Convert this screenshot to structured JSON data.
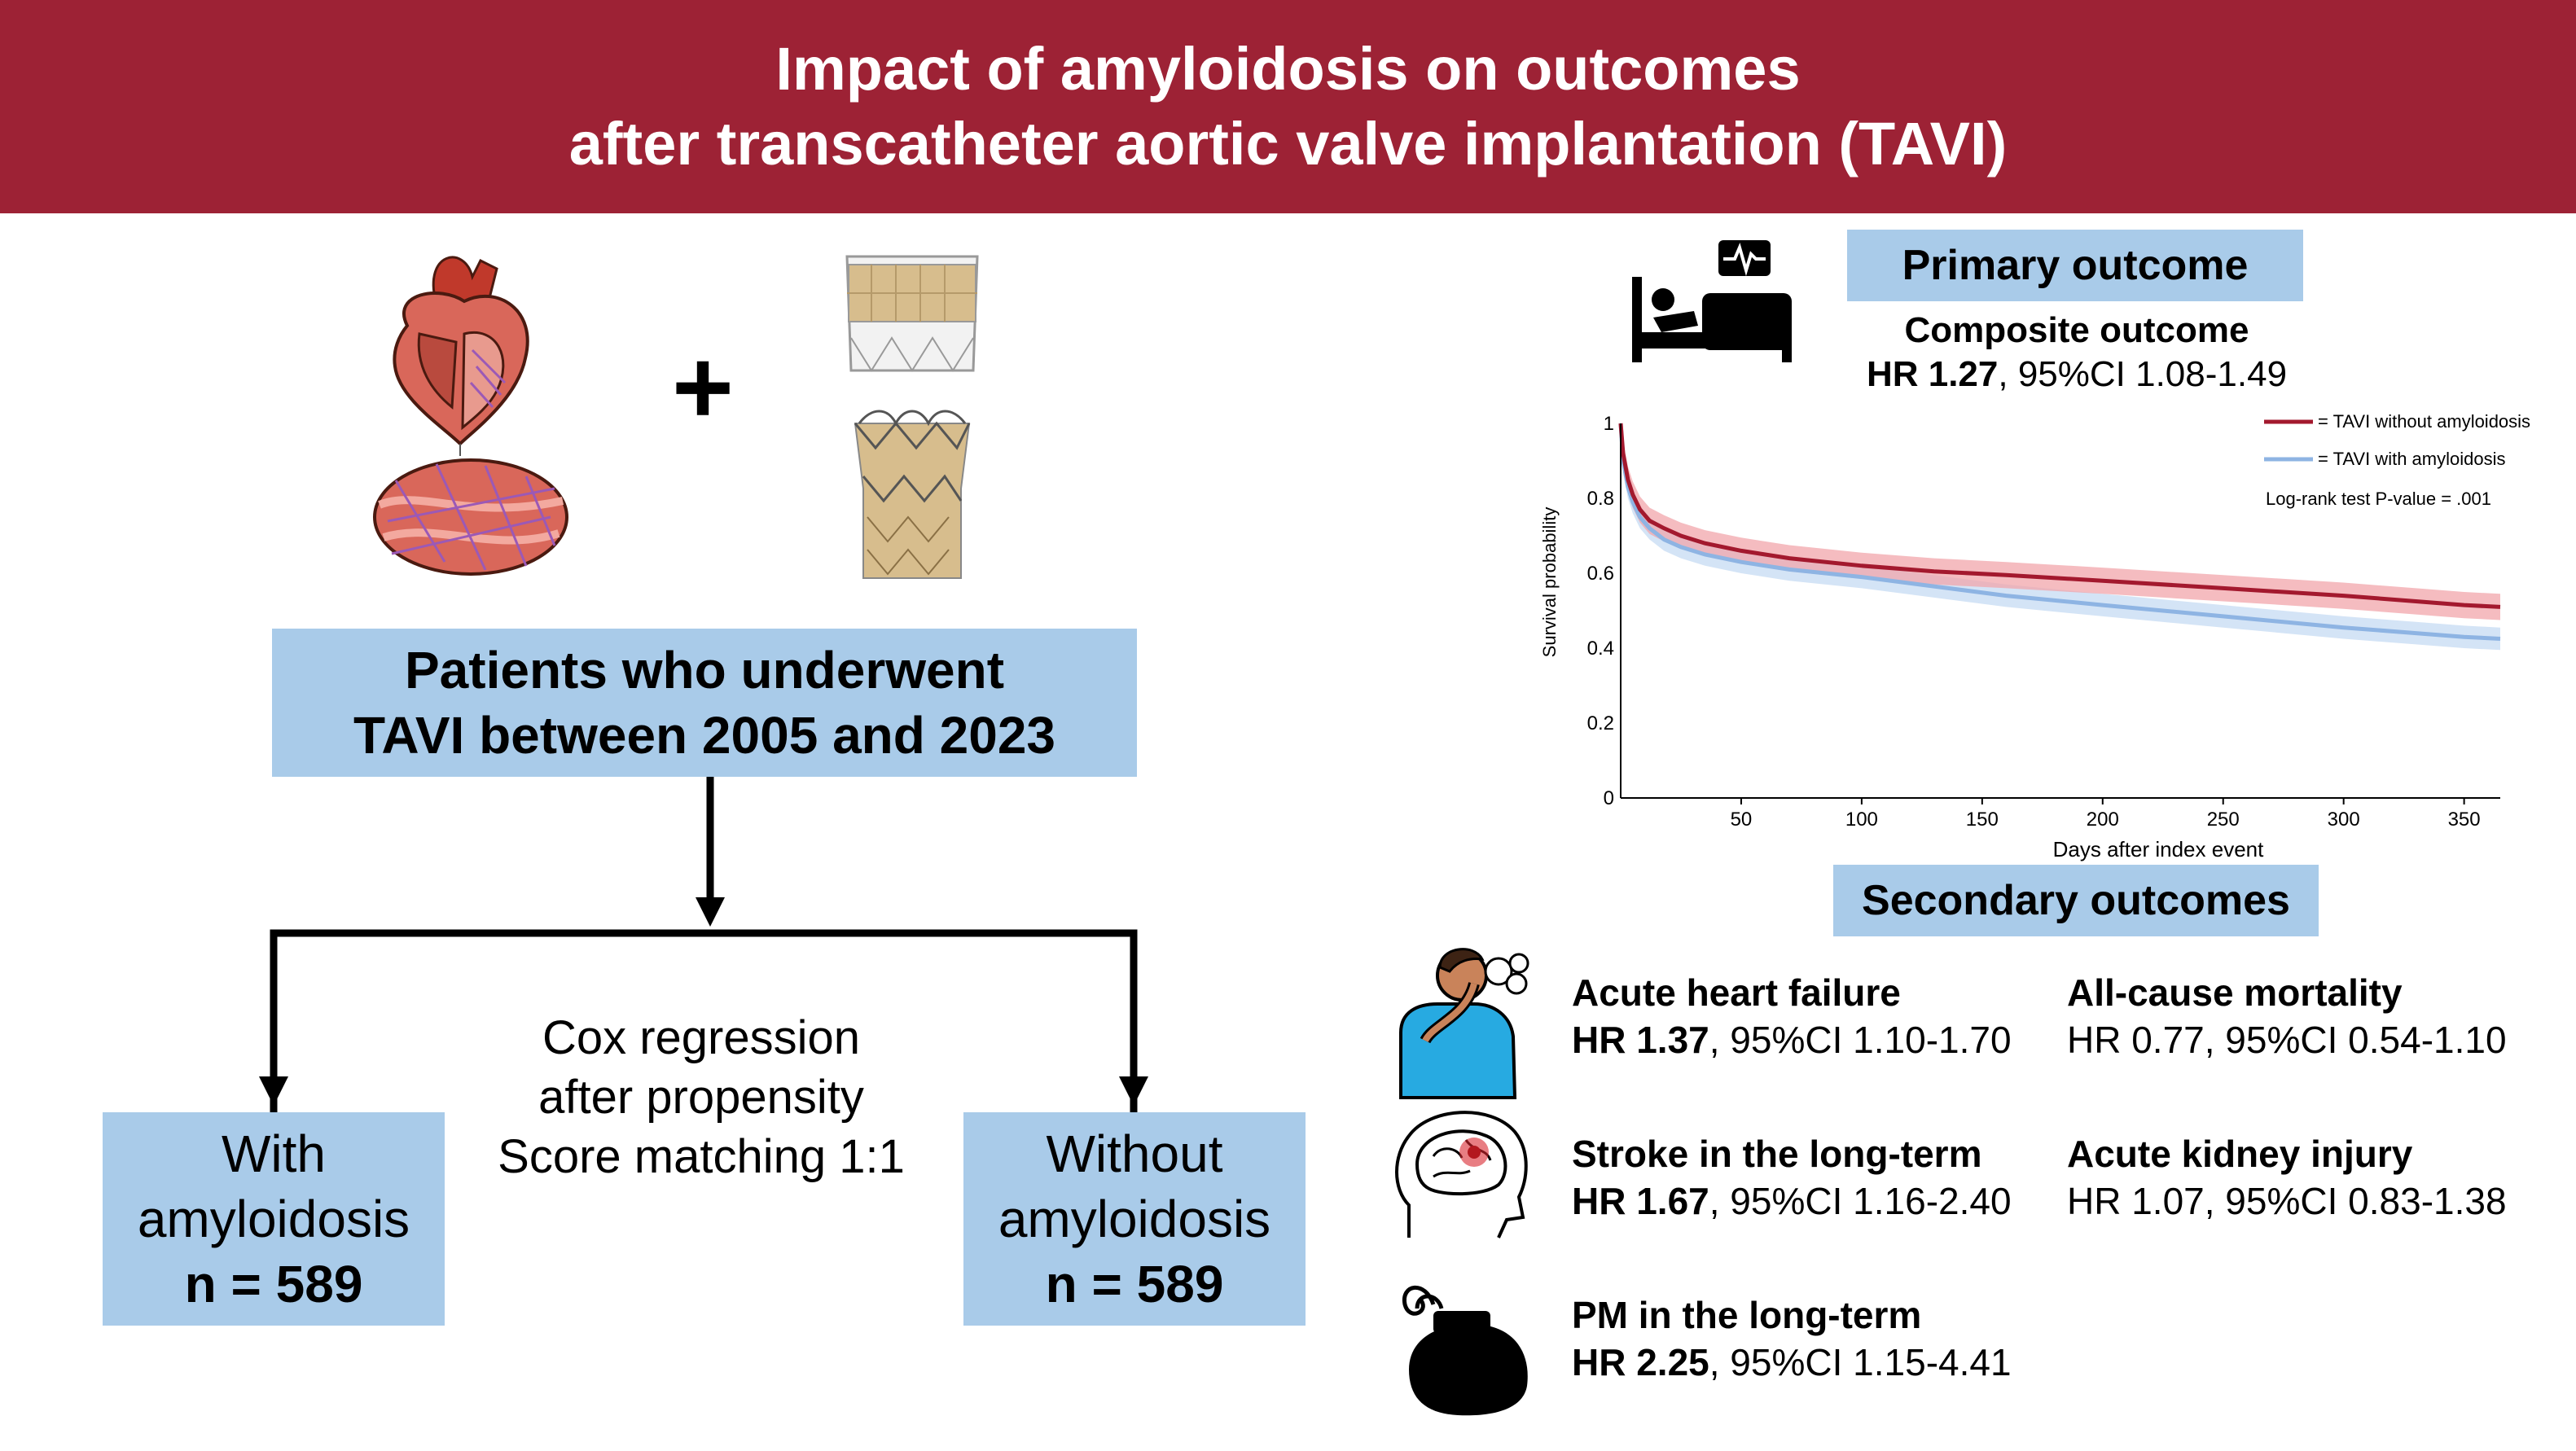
{
  "header": {
    "title_line1": "Impact of amyloidosis on outcomes",
    "title_line2": "after transcatheter aortic valve implantation (TAVI)"
  },
  "study": {
    "patients_line1": "Patients who underwent",
    "patients_line2": "TAVI between 2005 and 2023",
    "plus": "+",
    "method_line1": "Cox regression",
    "method_line2": "after propensity",
    "method_line3": "Score matching 1:1",
    "arm_with": {
      "line1": "With",
      "line2": "amyloidosis",
      "n": "n = 589"
    },
    "arm_without": {
      "line1": "Without",
      "line2": "amyloidosis",
      "n": "n = 589"
    }
  },
  "primary": {
    "label": "Primary outcome",
    "name": "Composite outcome",
    "hr": "HR 1.27",
    "ci": ", 95%CI 1.08-1.49"
  },
  "chart_data": {
    "type": "line",
    "xlabel": "Days after index event",
    "ylabel": "Survival probability",
    "xlim": [
      0,
      365
    ],
    "ylim": [
      0,
      1
    ],
    "xticks": [
      50,
      100,
      150,
      200,
      250,
      300,
      350
    ],
    "yticks": [
      0,
      0.2,
      0.4,
      0.6,
      0.8,
      1
    ],
    "ytick_labels": [
      "0",
      "0.2",
      "0.4",
      "0.6",
      "0.8",
      "1"
    ],
    "legend_position": "top-right",
    "annotation": "Log-rank test P-value = .001",
    "series": [
      {
        "name": "TAVI without amyloidosis",
        "color": "#a3192e",
        "band_color": "#f2a6ab",
        "x": [
          0,
          1,
          3,
          5,
          8,
          12,
          18,
          25,
          35,
          50,
          70,
          100,
          130,
          160,
          200,
          250,
          300,
          330,
          350,
          365
        ],
        "y": [
          1.0,
          0.92,
          0.85,
          0.81,
          0.77,
          0.74,
          0.72,
          0.7,
          0.68,
          0.66,
          0.64,
          0.62,
          0.605,
          0.595,
          0.58,
          0.56,
          0.54,
          0.525,
          0.515,
          0.51
        ],
        "ci_halfwidth": 0.035
      },
      {
        "name": "TAVI with amyloidosis",
        "color": "#8eb4e3",
        "band_color": "#c6dbf3",
        "x": [
          0,
          1,
          3,
          5,
          8,
          12,
          18,
          25,
          35,
          50,
          70,
          100,
          130,
          160,
          200,
          250,
          300,
          330,
          350,
          365
        ],
        "y": [
          1.0,
          0.9,
          0.83,
          0.79,
          0.75,
          0.72,
          0.69,
          0.67,
          0.65,
          0.63,
          0.61,
          0.59,
          0.565,
          0.54,
          0.515,
          0.485,
          0.455,
          0.44,
          0.43,
          0.425
        ],
        "ci_halfwidth": 0.03
      }
    ]
  },
  "secondary": {
    "label": "Secondary outcomes",
    "items": [
      {
        "title": "Acute heart failure",
        "hr": "HR 1.37",
        "ci": ", 95%CI 1.10-1.70",
        "hr_bold": true
      },
      {
        "title": "All-cause mortality",
        "hr": "HR 0.77",
        "ci": ", 95%CI 0.54-1.10",
        "hr_bold": false
      },
      {
        "title": "Stroke in the long-term",
        "hr": "HR 1.67",
        "ci": ", 95%CI 1.16-2.40",
        "hr_bold": true
      },
      {
        "title": "Acute kidney injury",
        "hr": "HR 1.07",
        "ci": ", 95%CI 0.83-1.38",
        "hr_bold": false
      },
      {
        "title": "PM in the long-term",
        "hr": "HR 2.25",
        "ci": ", 95%CI 1.15-4.41",
        "hr_bold": true
      }
    ]
  },
  "colors": {
    "banner": "#9d2235",
    "box": "#a9cbe9"
  },
  "icons": [
    "heart-anatomy-icon",
    "amyloid-tissue-icon",
    "tavi-valve-icon",
    "hospital-bed-icon",
    "breathless-person-icon",
    "brain-stroke-icon",
    "pacemaker-icon"
  ]
}
